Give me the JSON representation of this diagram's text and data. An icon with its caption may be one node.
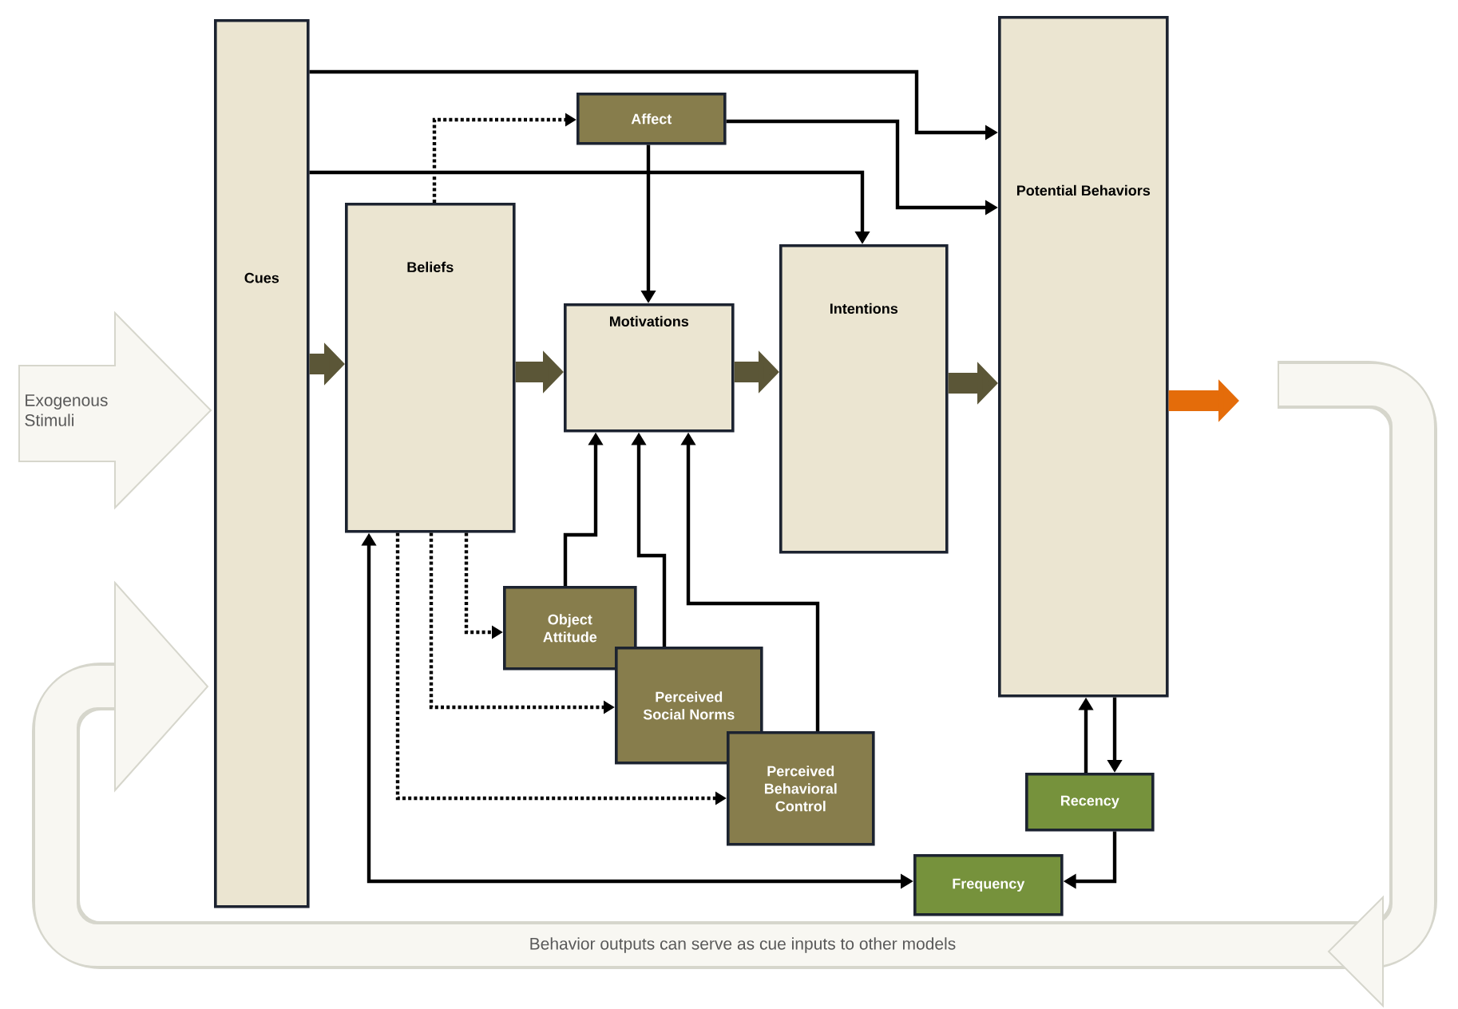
{
  "diagram": {
    "nodes": [
      {
        "text": [
          "Cues"
        ]
      },
      {
        "text": [
          "Beliefs"
        ]
      },
      {
        "text": [
          "Affect"
        ]
      },
      {
        "text": [
          "Motivations"
        ]
      },
      {
        "text": [
          "Intentions"
        ]
      },
      {
        "text": [
          "Potential Behaviors"
        ]
      },
      {
        "text": [
          "Object Attitude"
        ]
      },
      {
        "text": [
          "Perceived Social Norms"
        ]
      },
      {
        "text": [
          "Perceived Behavioral Control"
        ]
      },
      {
        "text": [
          "Recency"
        ]
      },
      {
        "text": [
          "Frequency"
        ]
      },
      {
        "text": [
          "Exogenous Stimuli"
        ]
      },
      {
        "text": [
          "Behavior outputs can serve as cue inputs to other models"
        ]
      }
    ],
    "edges": [
      {
        "from": 0,
        "to": 1,
        "arrow": "to",
        "style": "thick",
        "color": "#5b5637"
      },
      {
        "from": 1,
        "to": 3,
        "arrow": "to",
        "style": "thick",
        "color": "#5b5637"
      },
      {
        "from": 3,
        "to": 4,
        "arrow": "to",
        "style": "thick",
        "color": "#5b5637"
      },
      {
        "from": 4,
        "to": 5,
        "arrow": "to",
        "style": "thick",
        "color": "#5b5637"
      },
      {
        "from": 5,
        "to": null,
        "arrow": "to",
        "style": "thick",
        "color": "#e46c0a"
      },
      {
        "from": 0,
        "to": 5,
        "arrow": "to"
      },
      {
        "from": 0,
        "to": 4,
        "arrow": "to"
      },
      {
        "from": 1,
        "to": 2,
        "arrow": "to",
        "style": "dashed"
      },
      {
        "from": 2,
        "to": 3,
        "arrow": "to"
      },
      {
        "from": 2,
        "to": 5,
        "arrow": "to"
      },
      {
        "from": 6,
        "to": 3,
        "arrow": "to"
      },
      {
        "from": 7,
        "to": 3,
        "arrow": "to"
      },
      {
        "from": 8,
        "to": 3,
        "arrow": "to"
      },
      {
        "from": 1,
        "to": 6,
        "arrow": "to",
        "style": "dashed"
      },
      {
        "from": 1,
        "to": 7,
        "arrow": "to",
        "style": "dashed"
      },
      {
        "from": 1,
        "to": 8,
        "arrow": "to",
        "style": "dashed"
      },
      {
        "from": 10,
        "to": 1,
        "arrow": "both"
      },
      {
        "from": 5,
        "to": 9,
        "arrow": "to"
      },
      {
        "from": 9,
        "to": 5,
        "arrow": "to"
      },
      {
        "from": 9,
        "to": 10,
        "arrow": "to"
      }
    ]
  }
}
